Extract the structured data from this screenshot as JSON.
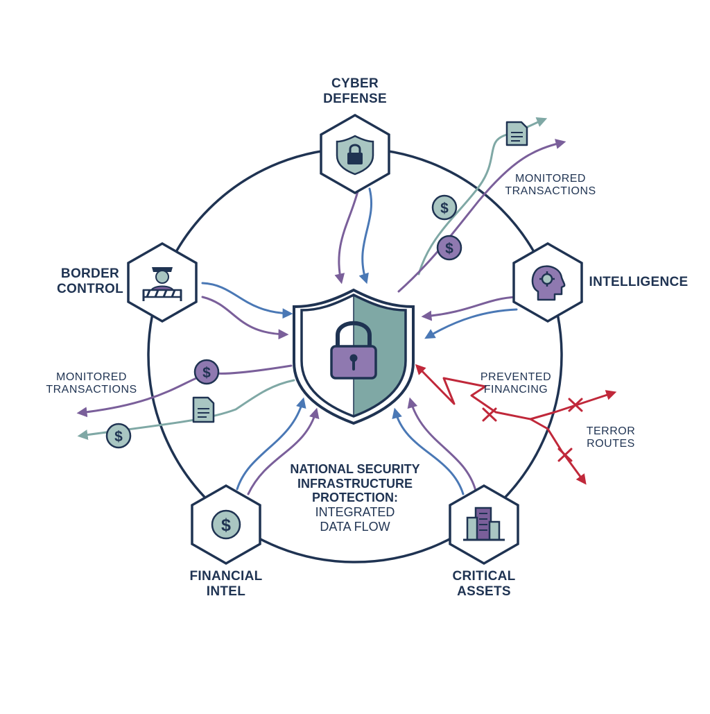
{
  "colors": {
    "navy": "#1f3352",
    "blue": "#4a78b5",
    "purple": "#7a5f9a",
    "teal": "#7fa8a5",
    "red": "#c0283a",
    "teal_light": "#a9c6c2",
    "purple_light": "#8f79b0"
  },
  "nodes": {
    "cyber": {
      "line1": "CYBER",
      "line2": "DEFENSE",
      "icon": "shield-lock-icon"
    },
    "border": {
      "line1": "BORDER",
      "line2": "CONTROL",
      "icon": "border-guard-icon"
    },
    "intelligence": {
      "line1": "INTELLIGENCE",
      "icon": "head-gear-icon"
    },
    "financial": {
      "line1": "FINANCIAL",
      "line2": "INTEL",
      "icon": "dollar-icon"
    },
    "critical": {
      "line1": "CRITICAL",
      "line2": "ASSETS",
      "icon": "building-icon"
    }
  },
  "center": {
    "title_line1": "NATIONAL SECURITY",
    "title_line2": "INFRASTRUCTURE",
    "title_line3": "PROTECTION:",
    "subtitle_line1": "INTEGRATED",
    "subtitle_line2": "DATA FLOW",
    "icon": "shield-padlock-icon"
  },
  "annotations": {
    "monitored_right_line1": "MONITORED",
    "monitored_right_line2": "TRANSACTIONS",
    "monitored_left_line1": "MONITORED",
    "monitored_left_line2": "TRANSACTIONS",
    "prevented_line1": "PREVENTED",
    "prevented_line2": "FINANCING",
    "terror_line1": "TERROR",
    "terror_line2": "ROUTES"
  }
}
